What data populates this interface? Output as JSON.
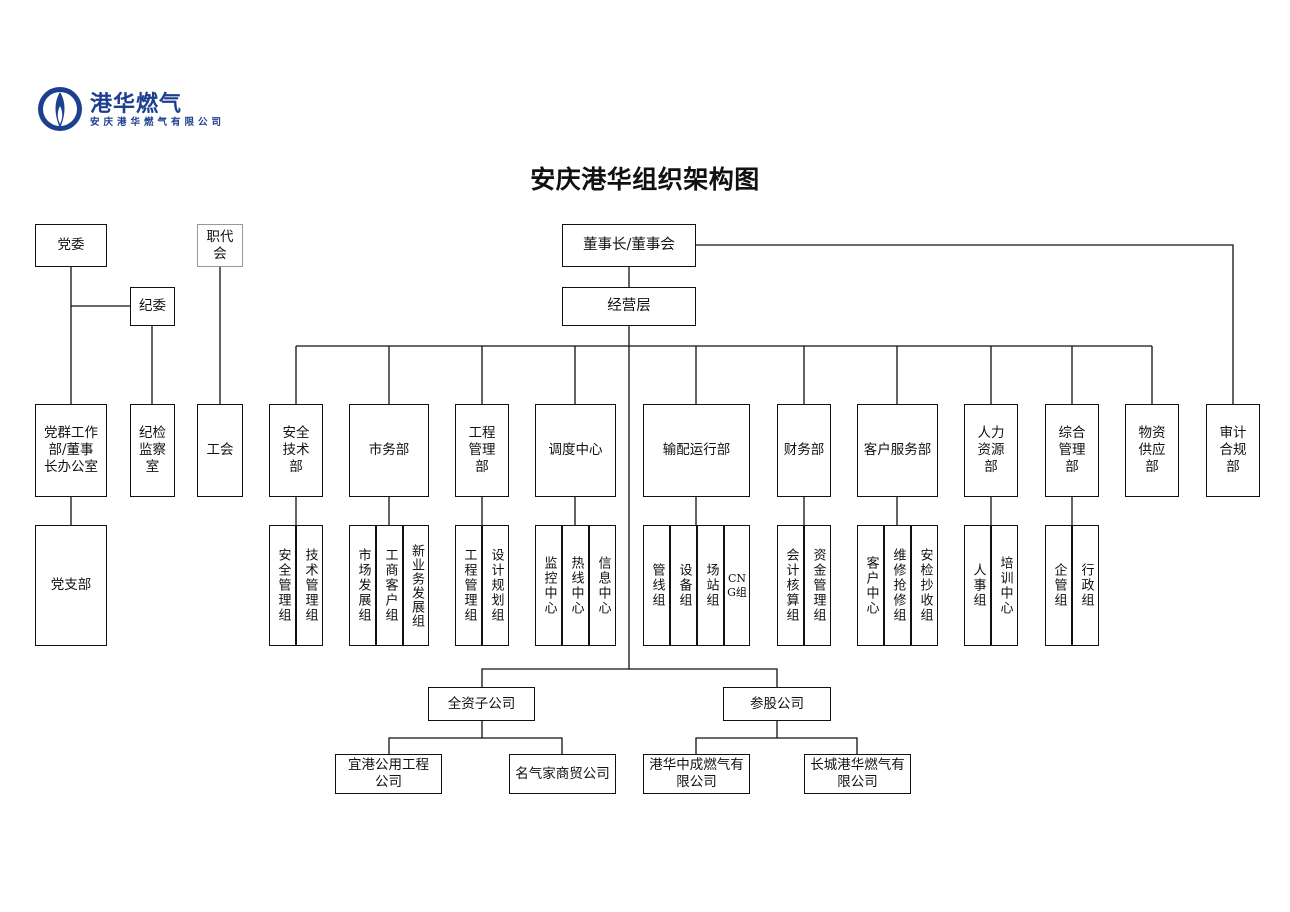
{
  "logo": {
    "brand": "港华燃气",
    "subtitle": "安庆港华燃气有限公司",
    "brand_color": "#1d3f8f",
    "icon": "flame-logo-icon"
  },
  "title": "安庆港华组织架构图",
  "nodes": {
    "party_committee": "党委",
    "discipline_committee": "纪委",
    "workers_congress": "职代会",
    "party_office": "党群工作部/董事长办公室",
    "discipline_office": "纪检监察室",
    "labor_union": "工会",
    "party_branch": "党支部",
    "board": "董事长/董事会",
    "management": "经营层",
    "audit": "审计合规部",
    "safety": "安全技术部",
    "market": "市务部",
    "engineering": "工程管理部",
    "dispatch": "调度中心",
    "transmission": "输配运行部",
    "finance": "财务部",
    "customer": "客户服务部",
    "hr": "人力资源部",
    "general": "综合管理部",
    "supply": "物资供应部",
    "subsidiaries": "全资子公司",
    "affiliates": "参股公司",
    "yigang": "宜港公用工程公司",
    "mingqijia": "名气家商贸公司",
    "zhongcheng": "港华中成燃气有限公司",
    "changcheng": "长城港华燃气有限公司"
  },
  "sub_groups": {
    "safety": [
      "安全管理组",
      "技术管理组"
    ],
    "market": [
      "市场发展组",
      "工商客户组",
      "新业务发展组"
    ],
    "engineering": [
      "工程管理组",
      "设计规划组"
    ],
    "dispatch": [
      "监控中心",
      "热线中心",
      "信息中心"
    ],
    "transmission": [
      "管线组",
      "设备组",
      "场站组",
      "CNG组"
    ],
    "finance": [
      "会计核算组",
      "资金管理组"
    ],
    "customer": [
      "客户中心",
      "维修抢修组",
      "安检抄收组"
    ],
    "hr": [
      "人事组",
      "培训中心"
    ],
    "general": [
      "企管组",
      "行政组"
    ]
  }
}
